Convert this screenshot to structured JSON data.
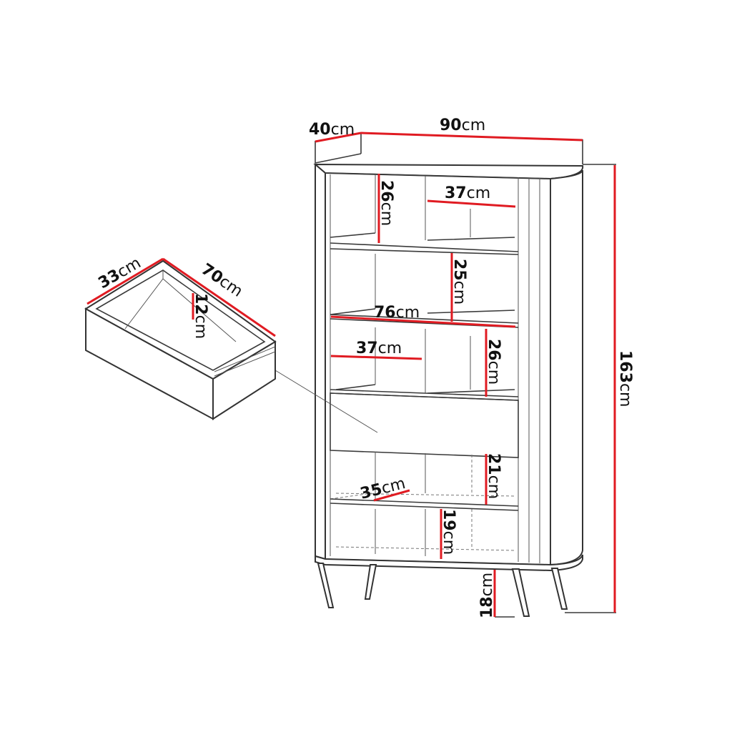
{
  "colors": {
    "dimension_line": "#e01b22",
    "outline": "#333333"
  },
  "cabinet": {
    "depth": {
      "value": "40",
      "unit": "cm"
    },
    "width": {
      "value": "90",
      "unit": "cm"
    },
    "height": {
      "value": "163",
      "unit": "cm"
    },
    "top_left_compartment_height": {
      "value": "26",
      "unit": "cm"
    },
    "top_right_compartment_width": {
      "value": "37",
      "unit": "cm"
    },
    "second_shelf_height": {
      "value": "25",
      "unit": "cm"
    },
    "inner_width": {
      "value": "76",
      "unit": "cm"
    },
    "third_left_compartment_width": {
      "value": "37",
      "unit": "cm"
    },
    "third_compartment_height": {
      "value": "26",
      "unit": "cm"
    },
    "lower_compartment_height": {
      "value": "21",
      "unit": "cm"
    },
    "lower_compartment_depth": {
      "value": "35",
      "unit": "cm"
    },
    "bottom_compartment_height": {
      "value": "19",
      "unit": "cm"
    },
    "leg_height": {
      "value": "18",
      "unit": "cm"
    }
  },
  "drawer": {
    "depth": {
      "value": "33",
      "unit": "cm"
    },
    "width": {
      "value": "70",
      "unit": "cm"
    },
    "height": {
      "value": "12",
      "unit": "cm"
    }
  }
}
